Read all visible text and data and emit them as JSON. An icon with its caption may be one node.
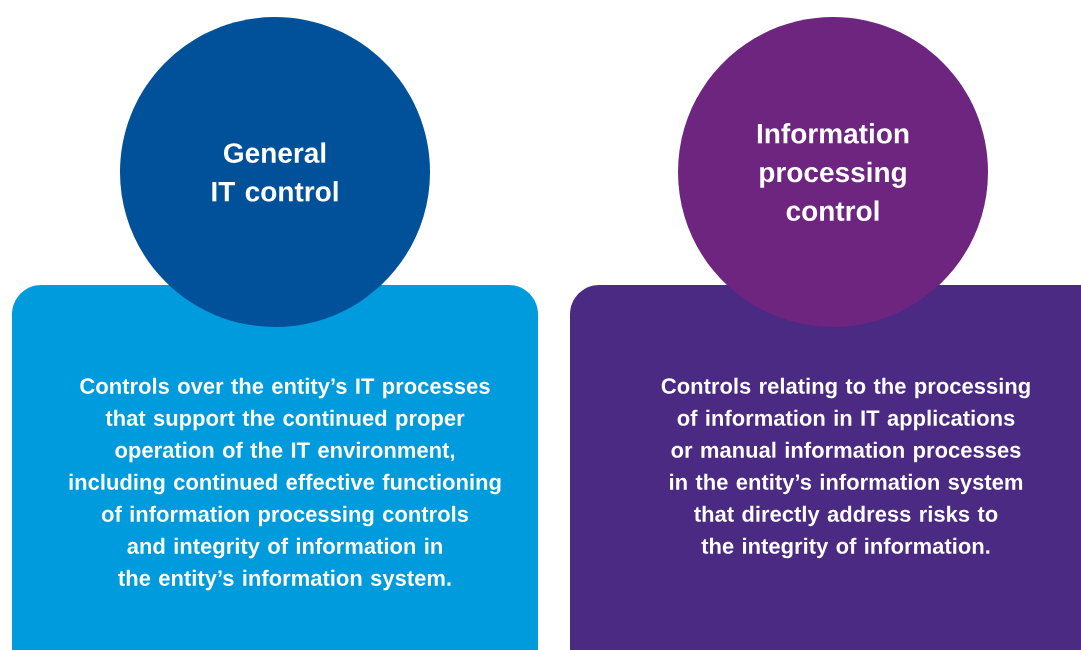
{
  "diagram": {
    "nodes": [
      {
        "text": [
          "General IT control"
        ]
      },
      {
        "text": [
          "Controls over the entity’s IT processes that support the continued proper operation of the IT environment, including continued effective functioning of information processing controls and integrity of information in the entity’s information system."
        ]
      },
      {
        "text": [
          "Information processing control"
        ]
      },
      {
        "text": [
          "Controls relating to the processing of information in IT applications or manual information processes in the entity’s information system that directly address risks to the integrity of information."
        ]
      }
    ]
  }
}
